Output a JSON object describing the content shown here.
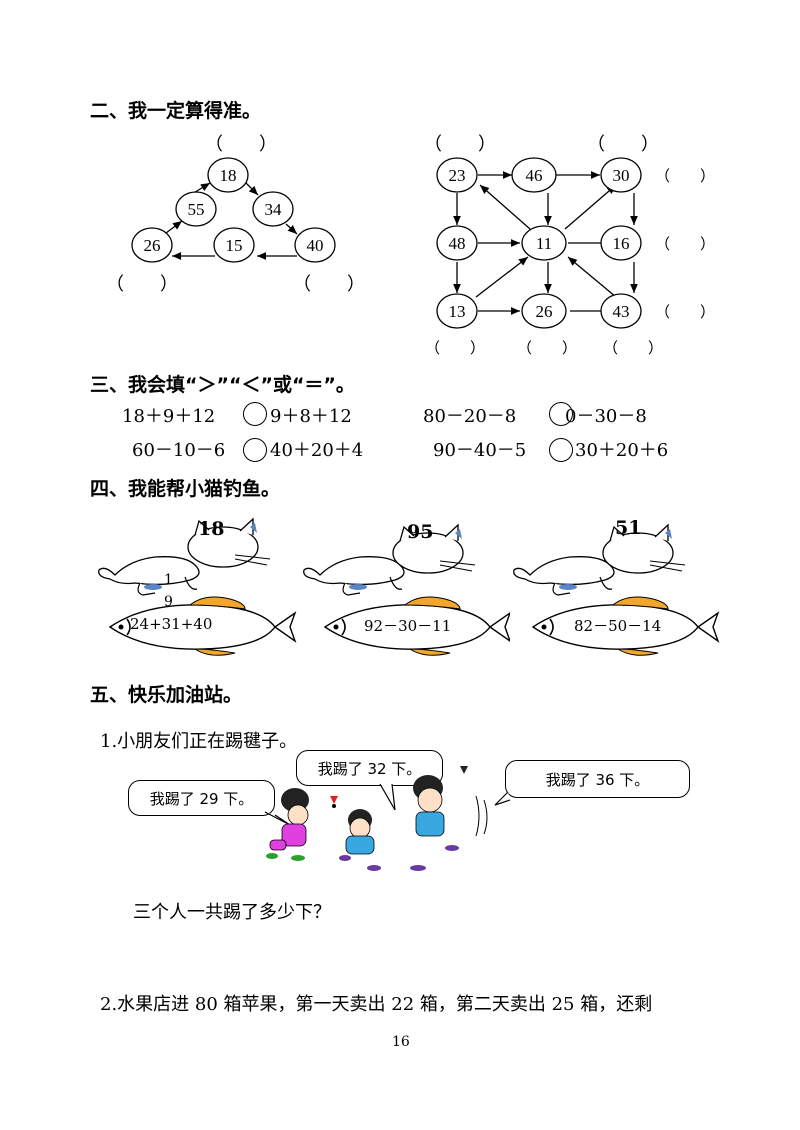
{
  "section2": {
    "title": "二、我一定算得准。",
    "triangle_nodes": [
      "18",
      "55",
      "34",
      "26",
      "15",
      "40"
    ],
    "grid_nodes": [
      "23",
      "46",
      "30",
      "48",
      "11",
      "16",
      "13",
      "26",
      "43"
    ],
    "blank": "（　　）"
  },
  "section3": {
    "title": "三、我会填“＞”“＜”或“＝”。",
    "row1_left_a": "18＋9＋12",
    "row1_left_b": "9＋8＋12",
    "row1_right_a": "80－20－8",
    "row1_right_b": "0－30－8",
    "row2_left_a": "60－10－6",
    "row2_left_b": "40＋20＋4",
    "row2_right_a": "90－40－5",
    "row2_right_b": "30＋20＋6"
  },
  "section4": {
    "title": "四、我能帮小猫钓鱼。",
    "cats": [
      "18",
      "95",
      "51"
    ],
    "fish": [
      "24+31+40",
      "92－30－11",
      "82－50－14"
    ],
    "stray_1": "1",
    "stray_9": "9"
  },
  "section5": {
    "title": "五、快乐加油站。",
    "q1": "1.小朋友们正在踢毽子。",
    "bubble_left": "我踢了 29 下。",
    "bubble_mid": "我踢了 32 下。",
    "bubble_right": "我踢了 36 下。",
    "q1_question": "三个人一共踢了多少下？",
    "q2": "2.水果店进 80 箱苹果，第一天卖出 22 箱，第二天卖出 25 箱，还剩"
  },
  "page_number": "16"
}
